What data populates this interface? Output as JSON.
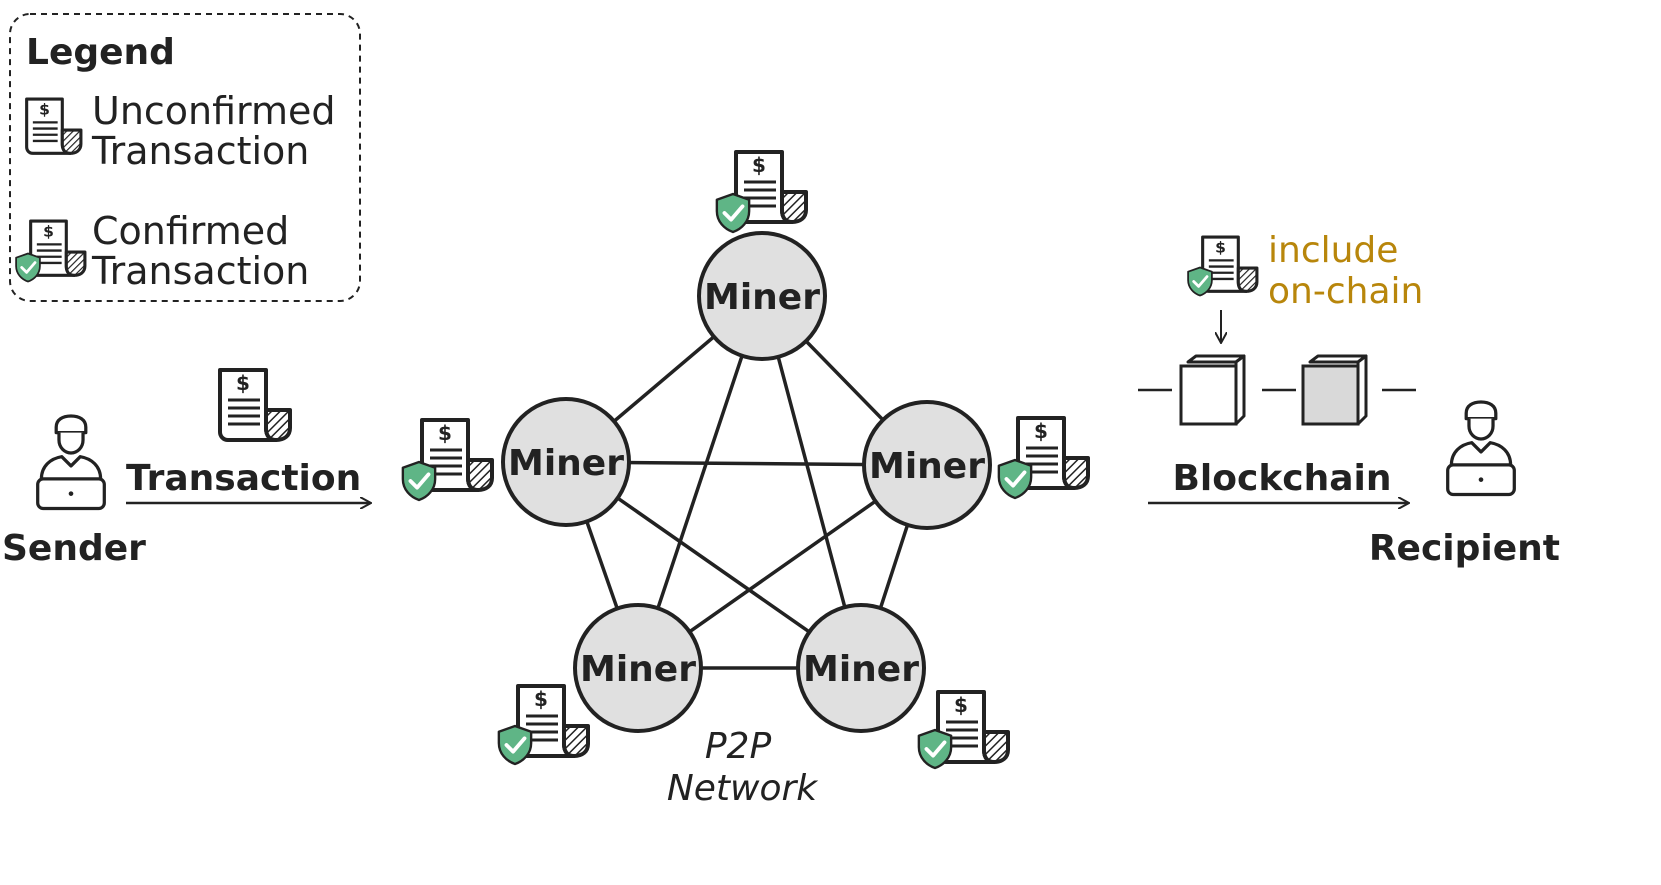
{
  "legend": {
    "title": "Legend",
    "unconfirmed_line1": "Unconfirmed",
    "unconfirmed_line2": "Transaction",
    "confirmed_line1": "Confirmed",
    "confirmed_line2": "Transaction"
  },
  "sender": {
    "label": "Sender"
  },
  "transaction": {
    "label": "Transaction"
  },
  "network": {
    "label_line1": "P2P",
    "label_line2": "Network",
    "miners": [
      {
        "label": "Miner"
      },
      {
        "label": "Miner"
      },
      {
        "label": "Miner"
      },
      {
        "label": "Miner"
      },
      {
        "label": "Miner"
      }
    ]
  },
  "chain": {
    "note_line1": "include",
    "note_line2": "on-chain",
    "label": "Blockchain"
  },
  "recipient": {
    "label": "Recipient"
  },
  "colors": {
    "ink": "#222222",
    "node_fill": "#e0e0e0",
    "shield_green": "#5fb586",
    "note_gold": "#b8860b",
    "block_dark": "#d9d9d9"
  },
  "icons": [
    "receipt-icon",
    "shield-check-icon",
    "person-laptop-icon",
    "block-cube-icon",
    "arrow-icon"
  ]
}
